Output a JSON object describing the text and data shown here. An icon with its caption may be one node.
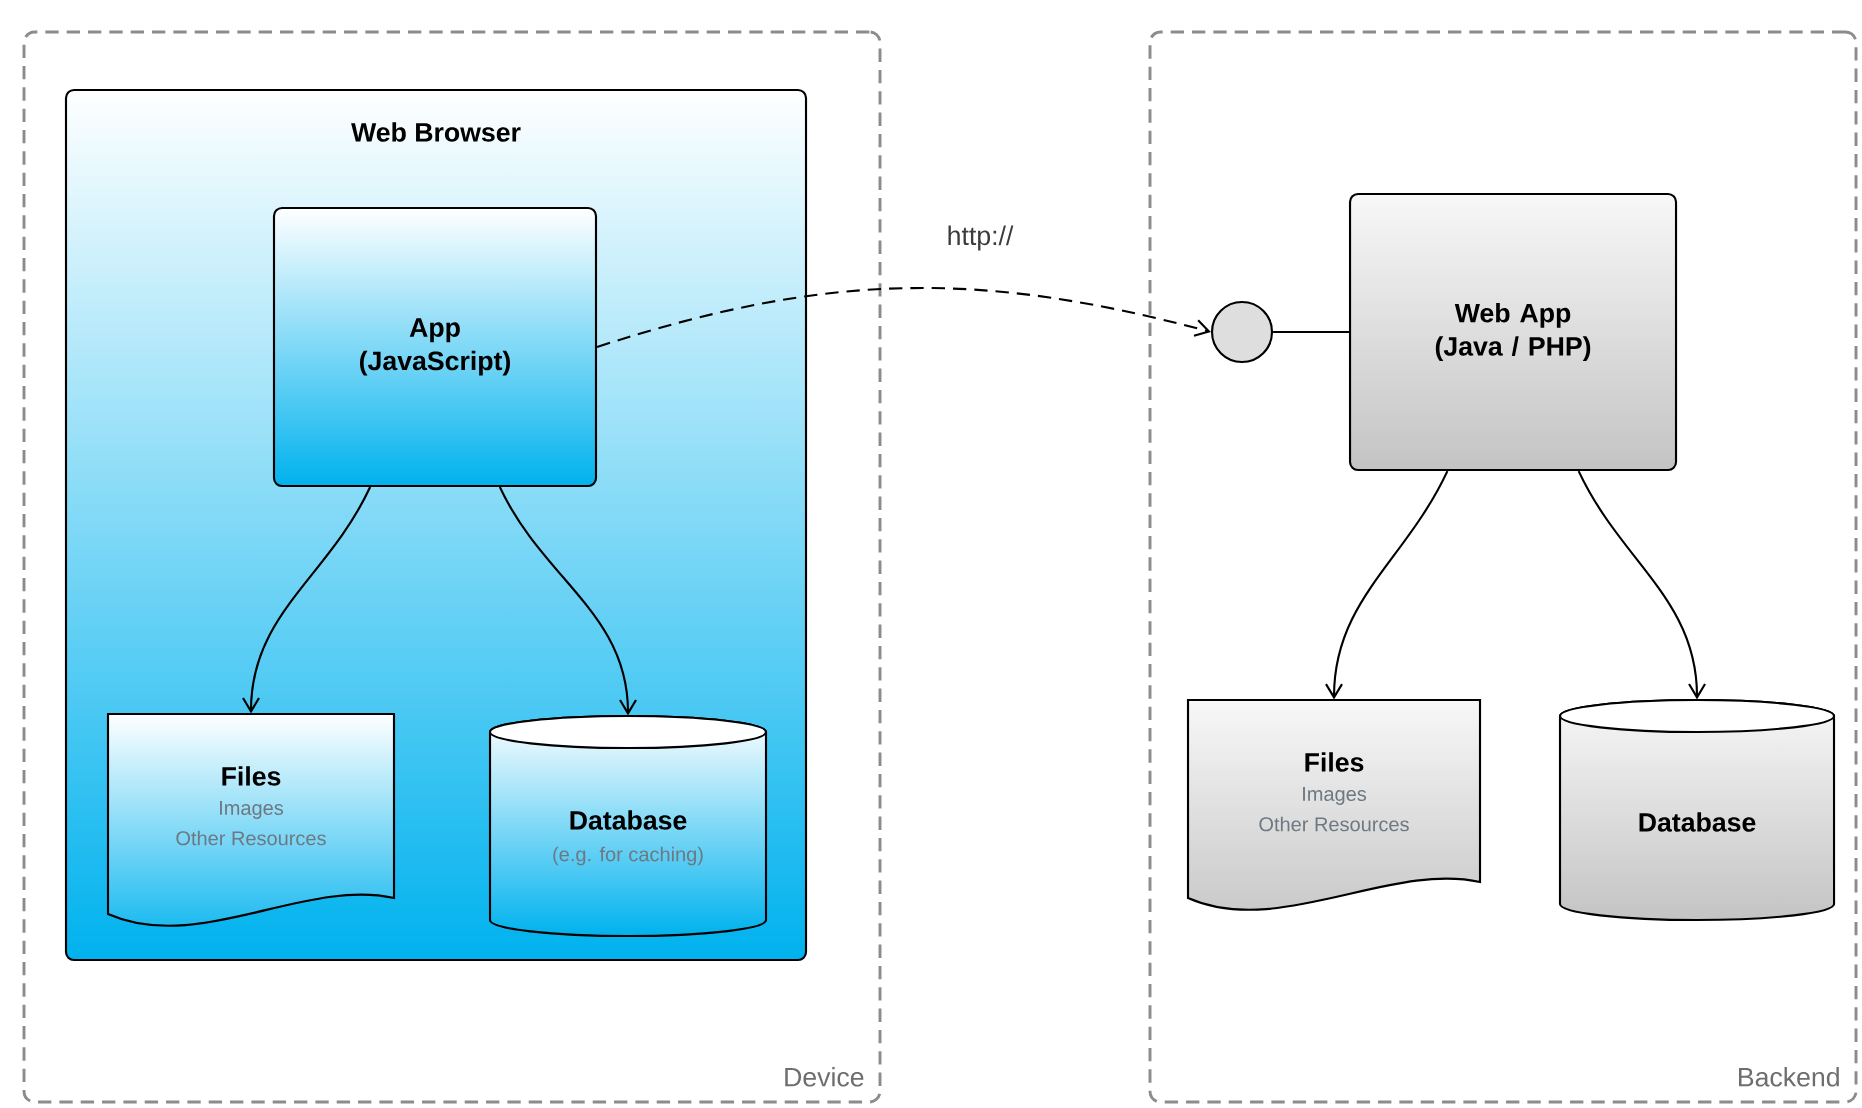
{
  "diagram": {
    "nodes": [
      {
        "text": [
          "Device"
        ]
      },
      {
        "text": [
          "Web Browser"
        ],
        "in": 0
      },
      {
        "text": [
          "App (JavaScript)"
        ],
        "in": 1
      },
      {
        "text": [
          "Files",
          "Images",
          "Other Resources"
        ],
        "in": 1
      },
      {
        "text": [
          "Database",
          "(e.g. for caching)"
        ],
        "in": 1
      },
      {
        "text": [
          "Backend"
        ]
      },
      {
        "text": [],
        "shape": "circle",
        "in": 5
      },
      {
        "text": [
          "Web App (Java / PHP)"
        ],
        "in": 5
      },
      {
        "text": [
          "Files",
          "Images",
          "Other Resources"
        ],
        "in": 5
      },
      {
        "text": [
          "Database"
        ],
        "in": 5
      }
    ],
    "edges": [
      {
        "from": 2,
        "to": 3,
        "arrow": "to"
      },
      {
        "from": 2,
        "to": 4,
        "arrow": "to"
      },
      {
        "from": 2,
        "to": 6,
        "arrow": "to",
        "style": "dashed",
        "label": "http://"
      },
      {
        "from": 6,
        "to": 7,
        "arrow": "none"
      },
      {
        "from": 7,
        "to": 8,
        "arrow": "to"
      },
      {
        "from": 7,
        "to": 9,
        "arrow": "to"
      }
    ]
  }
}
